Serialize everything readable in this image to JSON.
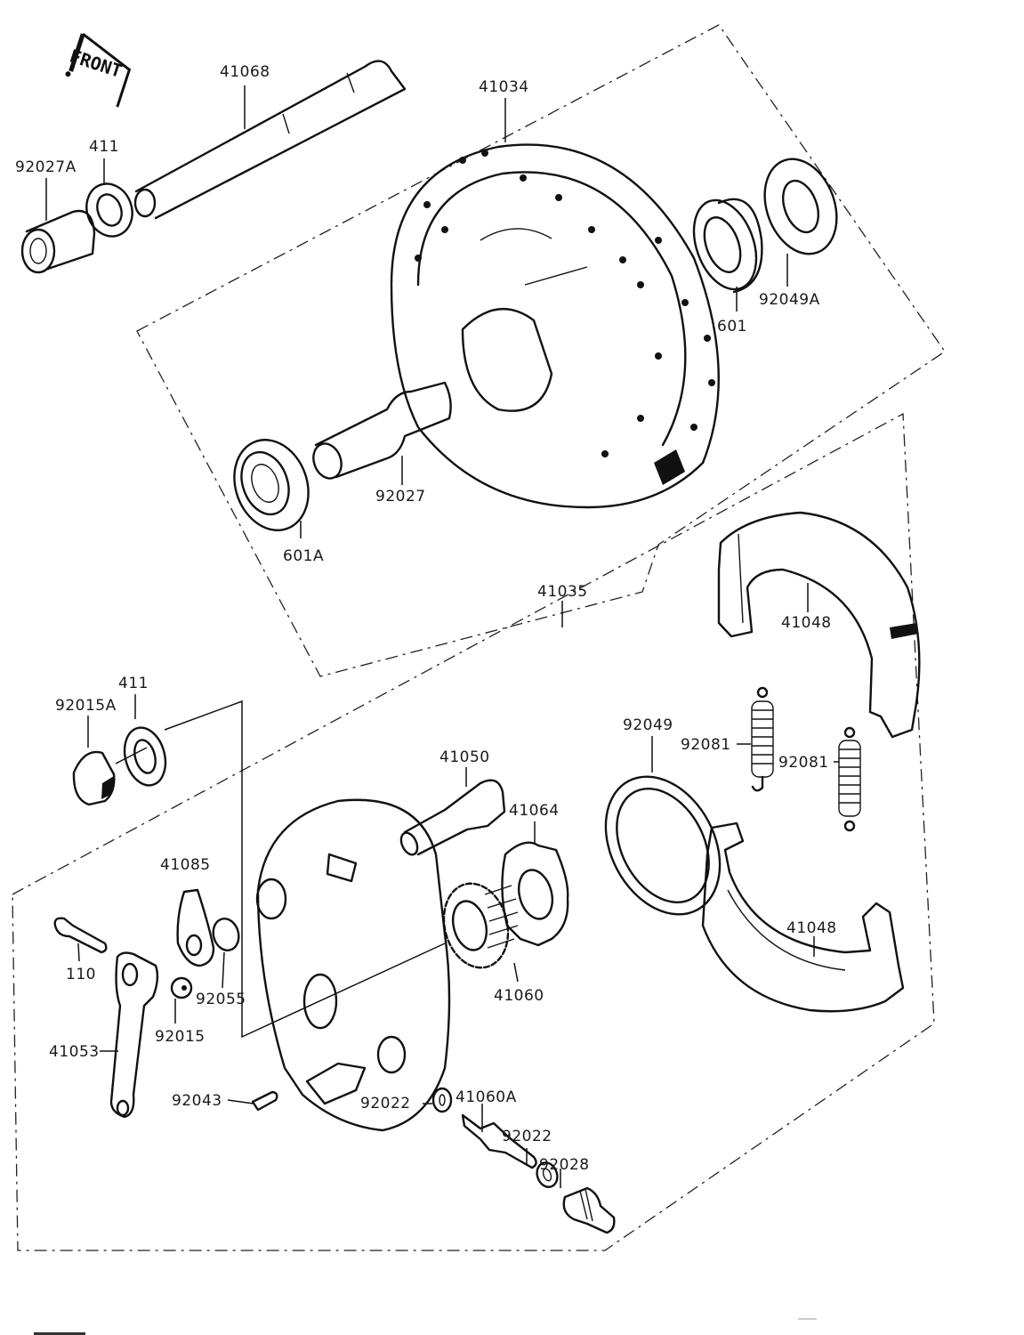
{
  "diagram": {
    "title": "Front Hub / Brake Exploded View",
    "direction_badge": "FRONT",
    "groups": [
      {
        "id": "hub-assembly",
        "label": "41034"
      },
      {
        "id": "brake-panel-assembly",
        "label": "41035"
      }
    ],
    "parts": {
      "axle": "41068",
      "axle_collar_left": "92027A",
      "oil_seal_top": "411",
      "hub": "41034",
      "bearing_right": "601",
      "oil_seal_right": "92049A",
      "hub_collar": "92027",
      "bearing_left": "601A",
      "brake_panel_group": "41035",
      "brake_shoe_top": "41048",
      "axle_nut": "92015A",
      "oil_seal_panel": "411",
      "cam_shaft": "41050",
      "meter_gear_housing_plate": "41064",
      "brake_panel_seal": "92049",
      "spring_left": "92081",
      "spring_right": "92081",
      "indicator": "41085",
      "bolt": "110",
      "washer": "92055",
      "nut": "92015",
      "cam_lever": "41053",
      "meter_gear": "41060",
      "brake_shoe_bottom": "41048",
      "pin": "92043",
      "washer_panel": "92022",
      "meter_pinion": "41060A",
      "washer_pinion": "92022",
      "bushing": "92028"
    }
  }
}
